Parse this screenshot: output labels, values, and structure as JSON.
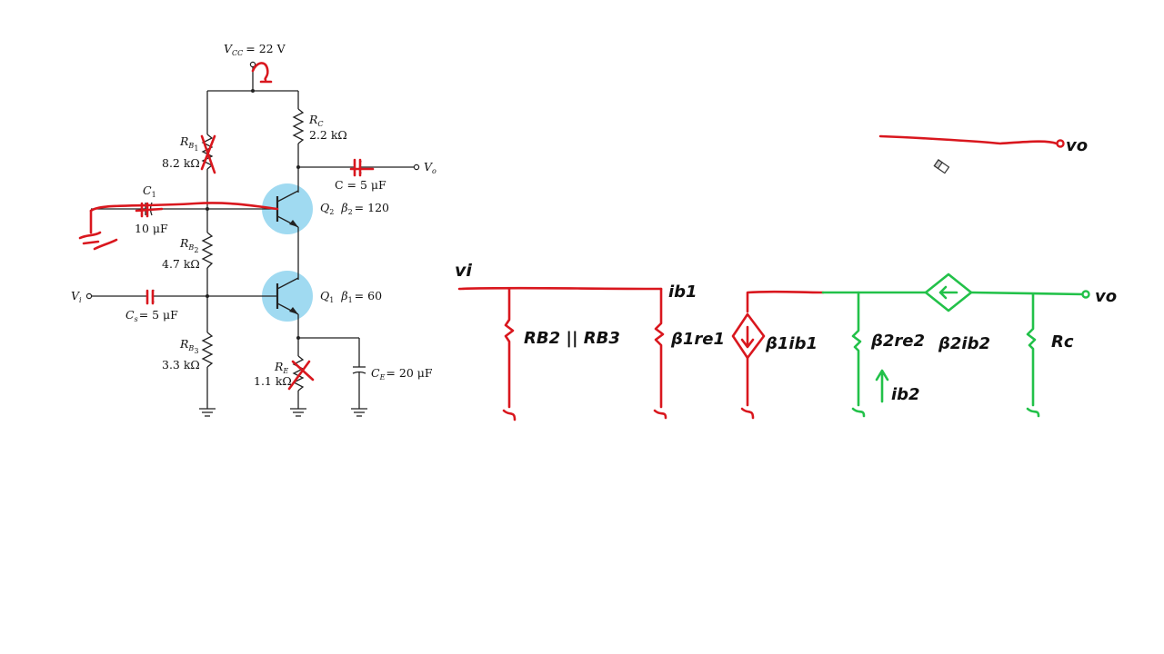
{
  "circuit": {
    "vcc": {
      "sym": "V",
      "sub": "CC",
      "value": "= 22 V"
    },
    "rc": {
      "sym": "R",
      "sub": "C",
      "value": "2.2 kΩ"
    },
    "rb1": {
      "sym": "R",
      "sub": "B",
      "sub2": "1",
      "value": "8.2 kΩ"
    },
    "rb2": {
      "sym": "R",
      "sub": "B",
      "sub2": "2",
      "value": "4.7 kΩ"
    },
    "rb3": {
      "sym": "R",
      "sub": "B",
      "sub2": "3",
      "value": "3.3 kΩ"
    },
    "re": {
      "sym": "R",
      "sub": "E",
      "value": "1.1 kΩ"
    },
    "c1": {
      "sym": "C",
      "sub": "1",
      "value": "10 μF"
    },
    "cs": {
      "sym": "C",
      "sub": "s",
      "value": "= 5 μF"
    },
    "c": {
      "value": "C = 5 μF"
    },
    "ce": {
      "sym": "C",
      "sub": "E",
      "value": "= 20 μF"
    },
    "vi": {
      "sym": "V",
      "sub": "i"
    },
    "vo": {
      "sym": "V",
      "sub": "o"
    },
    "q1": {
      "sym": "Q",
      "sub": "1",
      "beta": "β",
      "beta_sub": "1",
      "beta_val": "= 60"
    },
    "q2": {
      "sym": "Q",
      "sub": "2",
      "beta": "β",
      "beta_sub": "2",
      "beta_val": "= 120"
    }
  },
  "handwriting": {
    "colors": {
      "red": "#d9171e",
      "green": "#22c149",
      "highlight": "#8fd3ee"
    },
    "vi": "vi",
    "rb_par": "R",
    "rb_par_full": "RB2 || RB3",
    "ib1": "ib1",
    "beta_re1": "β1re1",
    "beta_ib1": "β1ib1",
    "beta2_re2": "β2re2",
    "ib2": "ib2",
    "beta2_ib2": "β2ib2",
    "rc": "Rc",
    "vo": "vo",
    "vo_top": "vo"
  }
}
